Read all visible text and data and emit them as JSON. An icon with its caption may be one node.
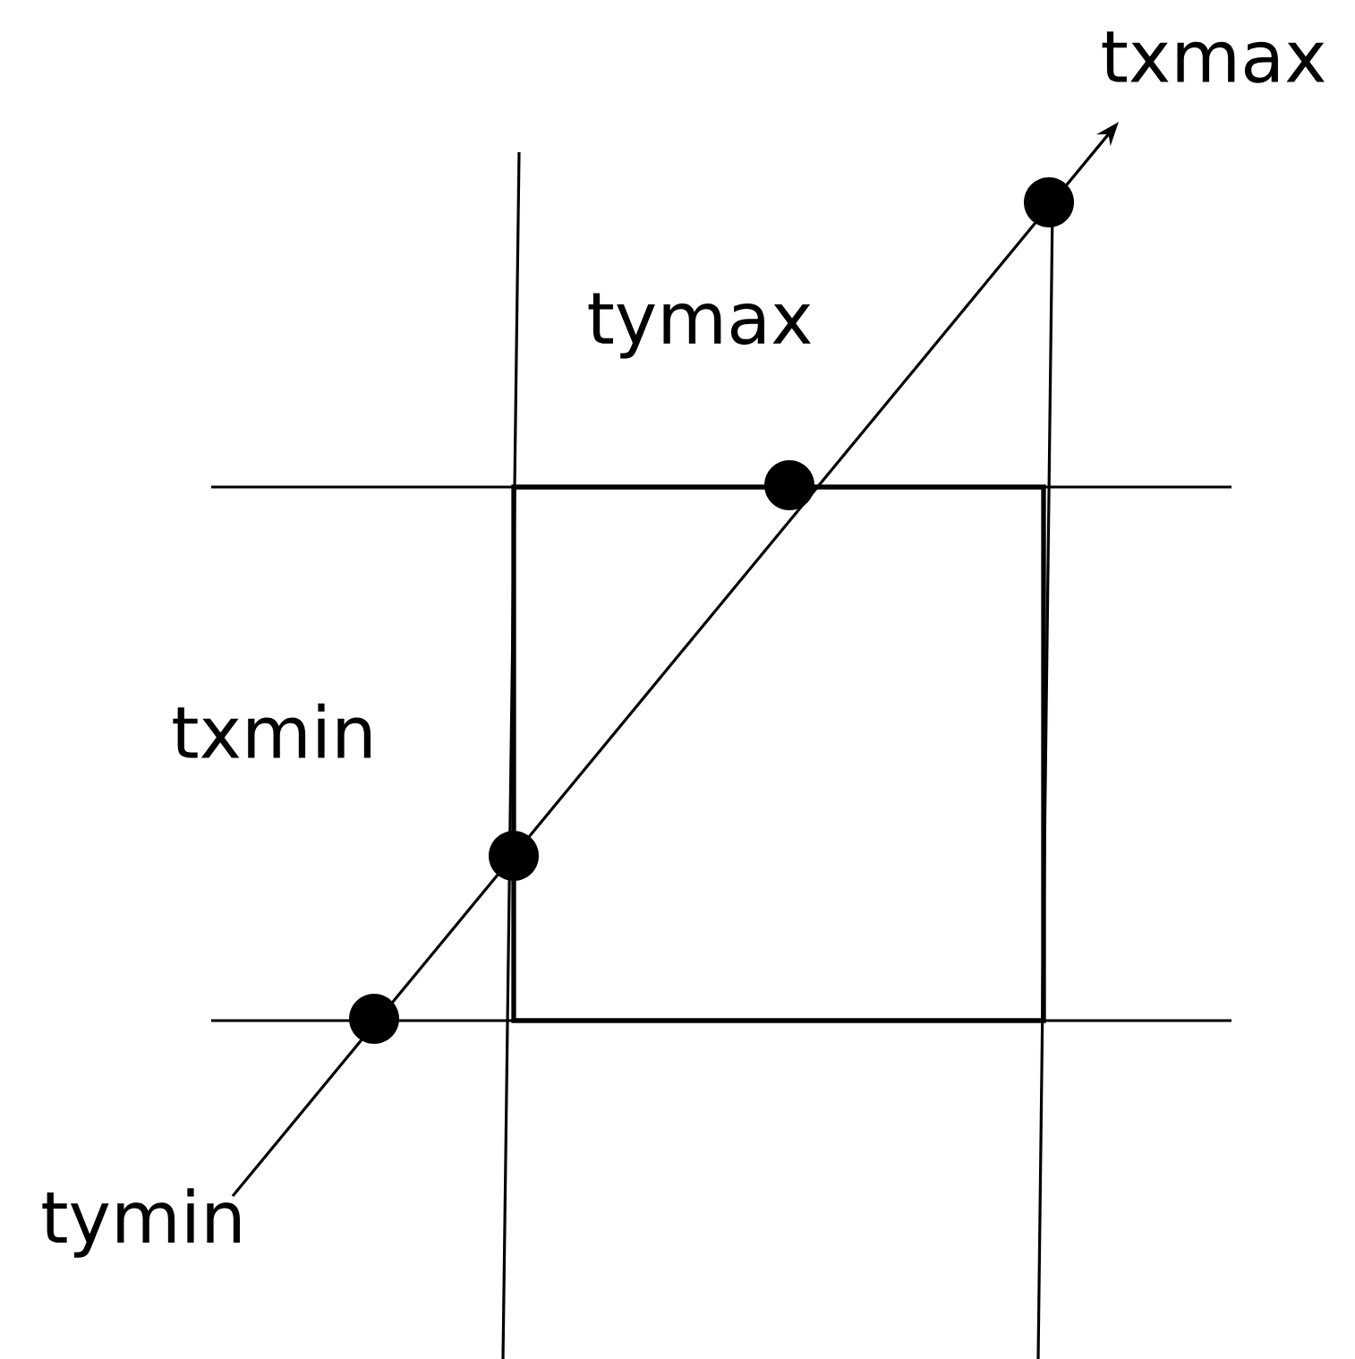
{
  "diagram": {
    "labels": [
      "txmax",
      "tymax",
      "txmin",
      "tymin"
    ]
  }
}
